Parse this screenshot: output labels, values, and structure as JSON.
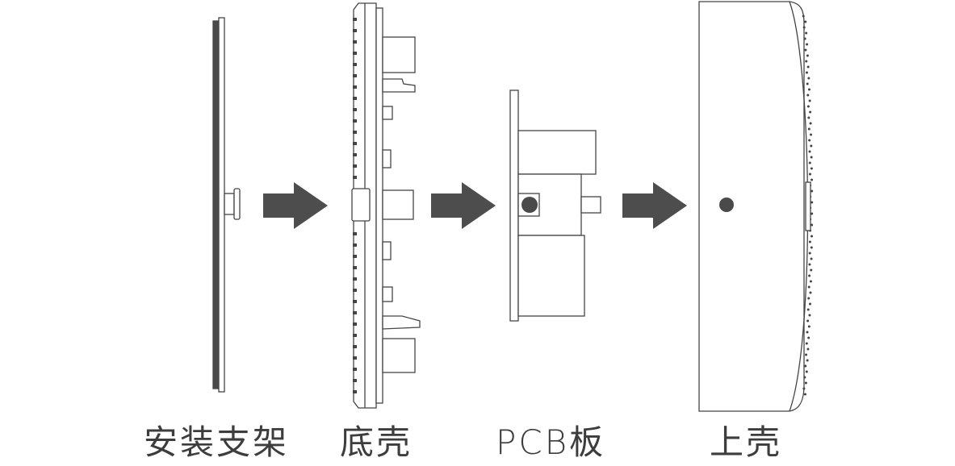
{
  "labels": {
    "mounting_bracket": "安装支架",
    "base_shell": "底壳",
    "pcb_board": "PCB板",
    "top_shell": "上壳"
  },
  "colors": {
    "stroke": "#444444",
    "fill_dark": "#4a4a4a",
    "arrow": "#4d4d4d",
    "text": "#3d3d3d"
  }
}
